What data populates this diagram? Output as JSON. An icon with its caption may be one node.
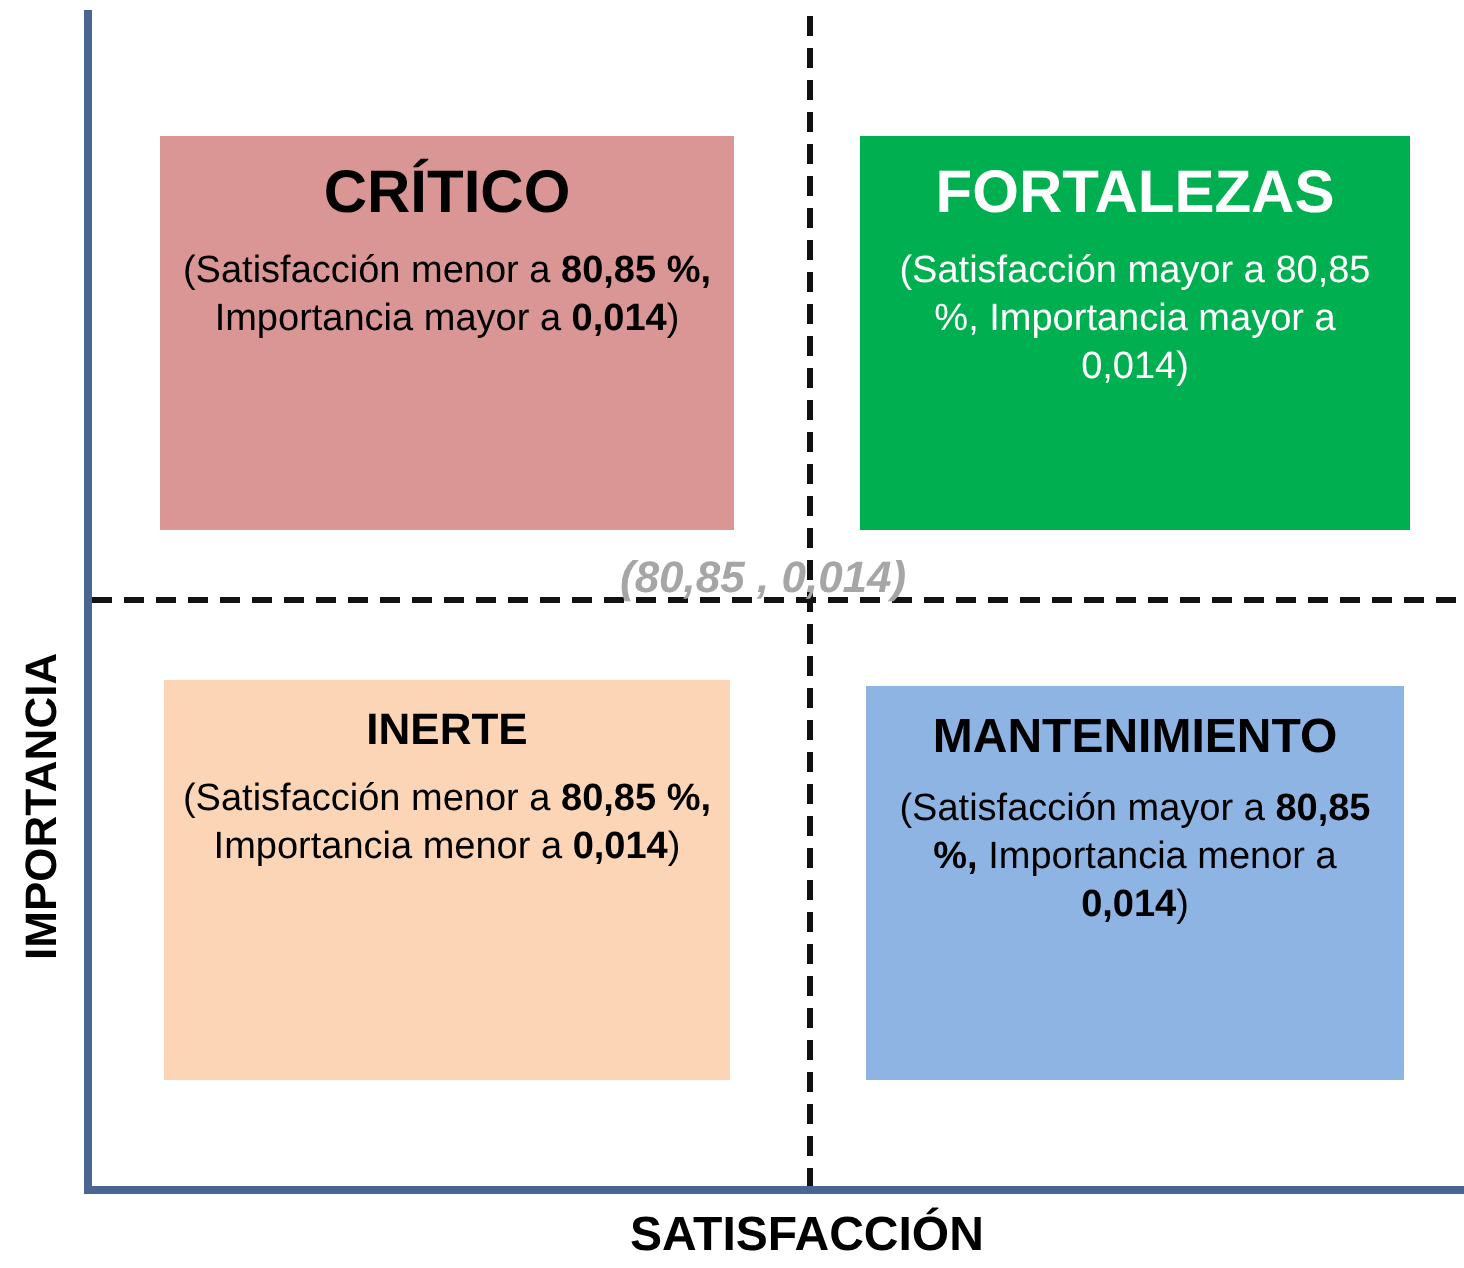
{
  "diagram": {
    "nodes": [
      {
        "text": [
          "CRÍTICO",
          "(Satisfacción menor a **80,85 %,** Importancia mayor a **0,014**)"
        ]
      },
      {
        "text": [
          "FORTALEZAS",
          "(Satisfacción mayor a 80,85 %, Importancia mayor a 0,014)"
        ]
      },
      {
        "text": [
          "INERTE",
          "(Satisfacción menor a **80,85 %,** Importancia menor a **0,014**)"
        ]
      },
      {
        "text": [
          "MANTENIMIENTO",
          "(Satisfacción mayor a **80,85 %,** Importancia menor a **0,014**)"
        ]
      }
    ],
    "edges": [],
    "labels": [
      "(80,85 , 0,014)",
      "IMPORTANCIA",
      "SATISFACCIÓN"
    ]
  }
}
